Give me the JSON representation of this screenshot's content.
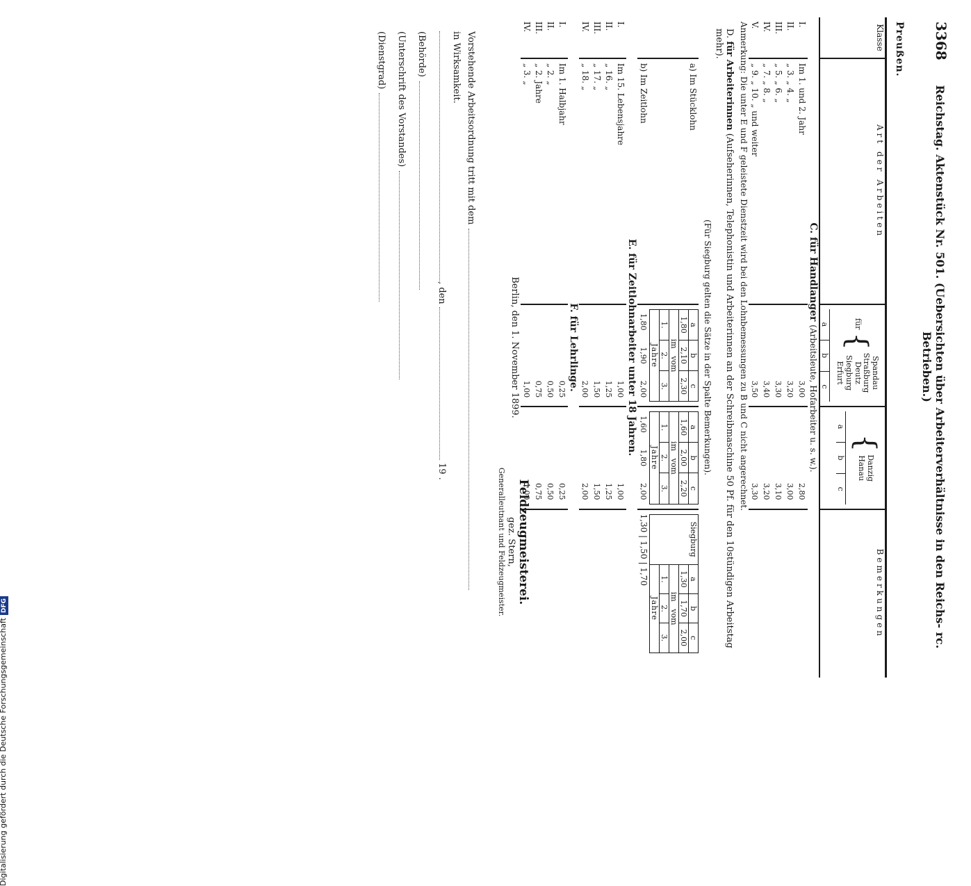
{
  "header": {
    "page_number": "3368",
    "title": "Reichstag. Aktenstück Nr. 501. (Uebersichten über Arbeiterverhältnisse in den Reichs- rc. Betrieben.)"
  },
  "state": "Preußen.",
  "columns": {
    "klasse": "Klasse",
    "art": "Art der Arbeiten",
    "fuer": "für",
    "cities_a": [
      "Spandau",
      "Straßburg",
      "Deutz",
      "Siegburg",
      "Erfurt"
    ],
    "cities_b": [
      "Danzig",
      "Hanau"
    ],
    "abc": [
      "a",
      "b",
      "c"
    ],
    "bemerkungen": "Bemerkungen"
  },
  "section_c": {
    "title": "C. für Handlanger",
    "subtitle": "(Arbeitsleute, Hofarbeiter u. s. w.).",
    "roman": [
      "I.",
      "II.",
      "III.",
      "IV.",
      "V."
    ],
    "rows": [
      "Im 1. und 2. Jahr",
      "„ 3. „ 4. „",
      "„ 5. „ 6. „",
      "„ 7. „ 8. „",
      "„ 9. „ 10. „ und weiter"
    ],
    "values_a": [
      "3,00",
      "3,20",
      "3,30",
      "3,40",
      "3,50"
    ],
    "values_b": [
      "2,80",
      "3,00",
      "3,10",
      "3,20",
      "3,30"
    ]
  },
  "anmerkung": "Anmerkung: Die unter E und F geleistete Dienstzeit wird bei den Lohnbemessungen zu B und C nicht angerechnet.",
  "section_d": {
    "label": "D.",
    "title": "für Arbeiterinnen",
    "text": "(Aufseherinnen, Telephonistin und Arbeiterinnen an der Schreibmaschine 50 Pf. für den 10stündigen Arbeitstag mehr).",
    "subtitle": "(Für Siegburg gelten die Sätze in der Spalte Bemerkungen).",
    "row_a": "a) Im Stücklohn",
    "row_b": "b) Im Zeitlohn",
    "mini_head": [
      "a",
      "b",
      "c"
    ],
    "mini_a_vals": [
      "1,80",
      "2,10",
      "2,30"
    ],
    "mini_b_vals": [
      "1,60",
      "2,00",
      "2,20"
    ],
    "mini_siegburg_vals": [
      "1,30",
      "1,70",
      "2,00"
    ],
    "im": "im",
    "vom": "vom",
    "jahre_nums": [
      "1.",
      "2.",
      "3."
    ],
    "jahre": "Jahre",
    "siegburg": "Siegburg",
    "zeit_a": [
      "1,80",
      "1,90",
      "2,00"
    ],
    "zeit_b": [
      "1,60",
      "1,80",
      "2,00"
    ],
    "zeit_siegburg": [
      "1,30",
      "1,50",
      "1,70"
    ]
  },
  "section_e": {
    "title": "E. für Zeitlohnarbeiter unter 18 Jahren.",
    "roman": [
      "I.",
      "II.",
      "III.",
      "IV."
    ],
    "rows": [
      "Im 15. Lebensjahre",
      "„ 16. „",
      "„ 17. „",
      "„ 18. „"
    ],
    "values_a": [
      "1,00",
      "1,25",
      "1,50",
      "2,00"
    ],
    "values_b": [
      "1,00",
      "1,25",
      "1,50",
      "2,00"
    ]
  },
  "section_f": {
    "title": "F. für Lehrlinge.",
    "roman": [
      "I.",
      "II.",
      "III.",
      "IV."
    ],
    "rows": [
      "Im 1. Halbjahr",
      "„ 2. „",
      "„ 2. Jahre",
      "„ 3. „"
    ],
    "values_a": [
      "0,25",
      "0,50",
      "0,75",
      "1,00"
    ],
    "values_b": [
      "0,25",
      "0,50",
      "0,75",
      "1,00"
    ]
  },
  "footer": {
    "date": "Berlin, den 1. November 1899.",
    "authority": "Feldzeugmeisterei.",
    "signed": "gez. Stern,",
    "rank": "Generalleutnant und Feldzeugmeister.",
    "vorstehende": "Vorstehende Arbeitsordnung tritt mit dem",
    "wirksamkeit": "in Wirksamkeit.",
    "den": ", den",
    "year": "19",
    "behoerde": "(Behörde)",
    "unterschrift": "(Unterschrift des Vorstandes)",
    "dienstgrad": "(Dienstgrad)"
  },
  "credit": "Digitalisierung gefördert durch die Deutsche Forschungsgemeinschaft",
  "credit_logo": "DFG"
}
